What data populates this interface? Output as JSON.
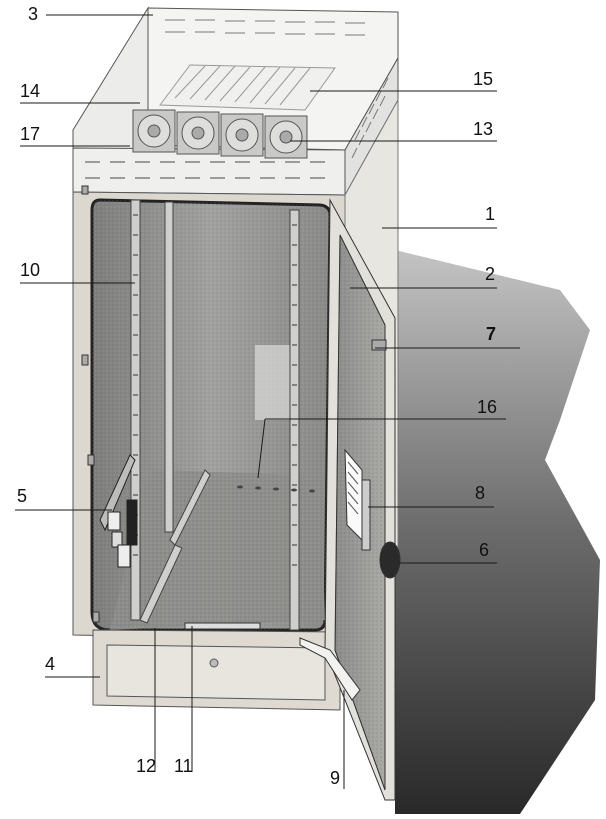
{
  "labels": {
    "l1": "1",
    "l2": "2",
    "l3": "3",
    "l4": "4",
    "l5": "5",
    "l6": "6",
    "l7": "7",
    "l8": "8",
    "l9": "9",
    "l10": "10",
    "l11": "11",
    "l12": "12",
    "l13": "13",
    "l14": "14",
    "l15": "15",
    "l16": "16",
    "l17": "17"
  },
  "colors": {
    "line": "#1a1a1a",
    "frame": "#d8d4cc",
    "panel": "#9a9a98",
    "shadow": "#3a3a3a"
  }
}
